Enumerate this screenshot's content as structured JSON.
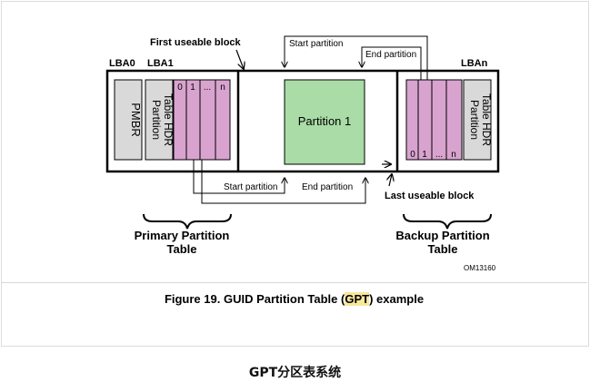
{
  "diagram": {
    "lba_labels": {
      "lba0": "LBA0",
      "lba1": "LBA1",
      "lban": "LBAn"
    },
    "pmbr": "PMBR",
    "partition_table_hdr": [
      "Partition",
      "Table HDR"
    ],
    "entries_top": [
      "0",
      "1",
      "...",
      "n"
    ],
    "entries_bottom": [
      "0",
      "1",
      "...",
      "n"
    ],
    "partition1": "Partition 1",
    "first_useable_block": "First useable block",
    "last_useable_block": "Last useable block",
    "start_partition_top": "Start partition",
    "end_partition_top": "End partition",
    "start_partition_bottom": "Start partition",
    "end_partition_bottom": "End partition",
    "primary_partition_table": [
      "Primary Partition",
      "Table"
    ],
    "backup_partition_table": [
      "Backup Partition",
      "Table"
    ],
    "om_code": "OM13160",
    "colors": {
      "gray_block": "#d9d9d9",
      "entries": "#d9a3d0",
      "partition": "#a9dca6"
    }
  },
  "caption": {
    "prefix": "Figure 19. GUID Partition Table (",
    "highlight": "GPT",
    "suffix": ") example"
  },
  "page_caption": "GPT分区表系统"
}
